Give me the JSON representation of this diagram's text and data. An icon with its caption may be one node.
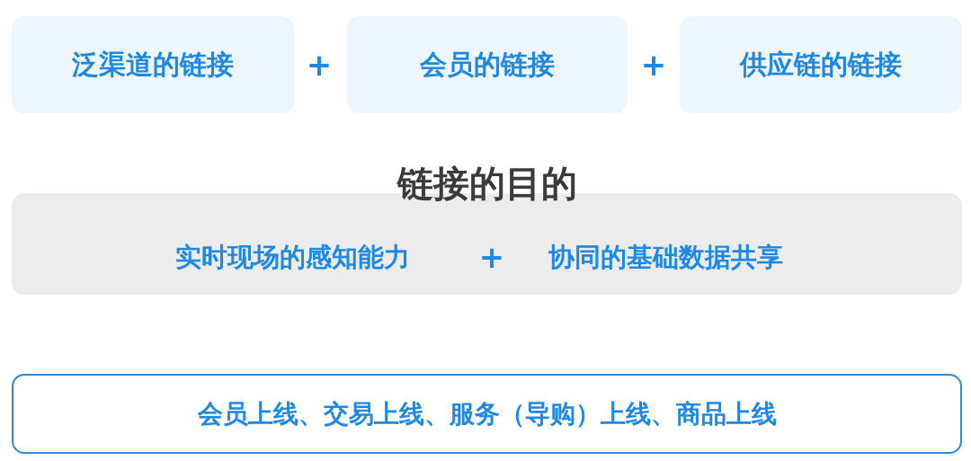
{
  "diagram": {
    "nodes": [
      {
        "text": [
          "泛渠道的链接"
        ]
      },
      {
        "text": [
          "会员的链接"
        ]
      },
      {
        "text": [
          "供应链的链接"
        ]
      },
      {
        "text": [
          "链接的目的",
          "实时现场的感知能力",
          "协同的基础数据共享"
        ]
      },
      {
        "text": [
          "会员上线、交易上线、服务（导购）上线、商品上线"
        ]
      }
    ],
    "edges": [],
    "labels": [
      "+",
      "+",
      "+"
    ]
  }
}
